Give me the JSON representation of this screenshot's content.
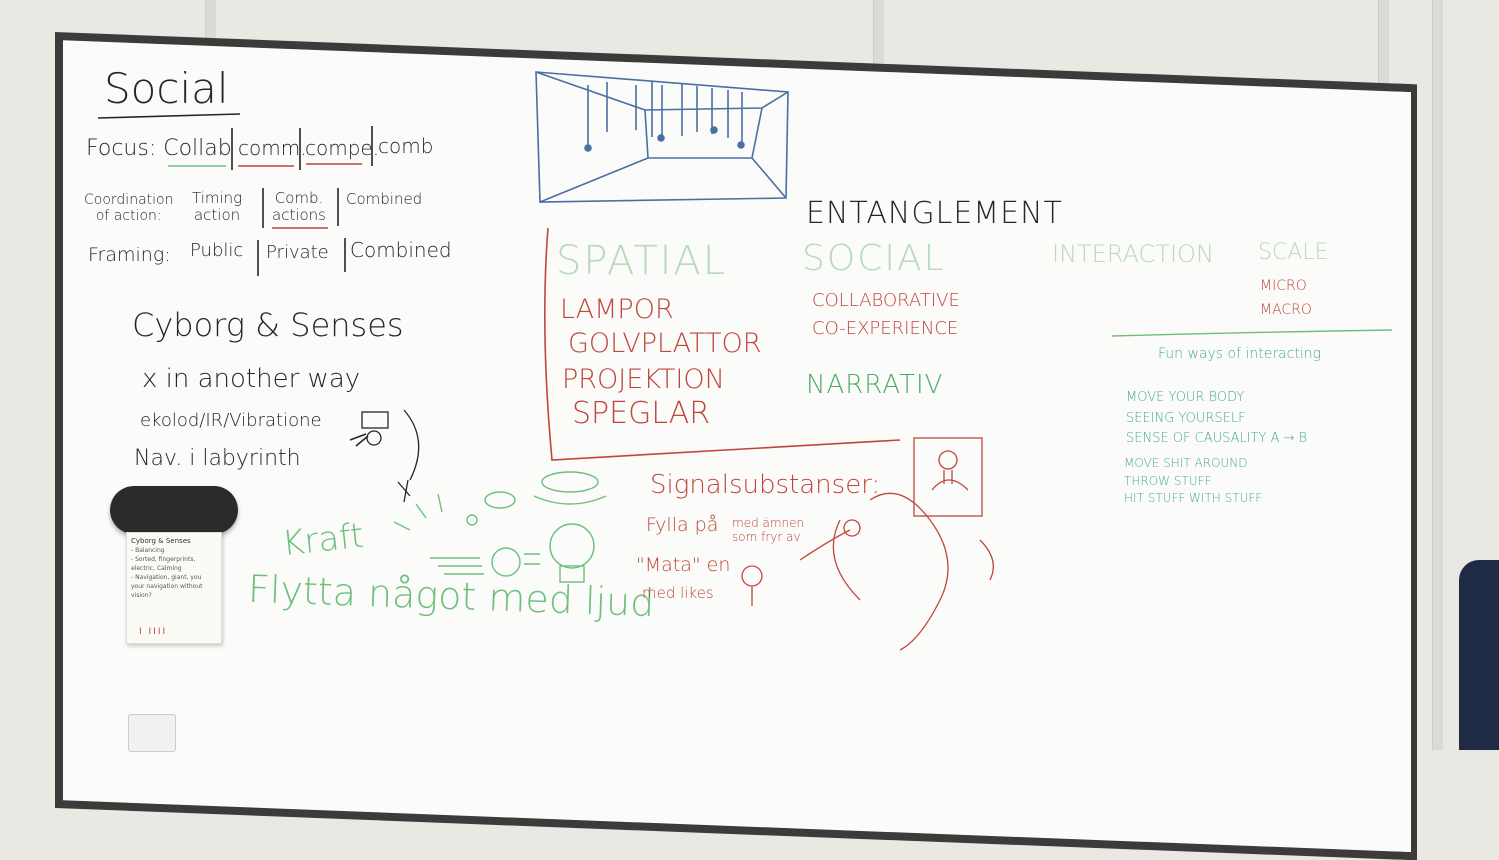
{
  "board": {
    "social": {
      "title": "Social",
      "focus": [
        "Focus: Collab",
        "comm.",
        "compe.",
        "comb"
      ],
      "coordination": [
        "Coordination\nof action:",
        "Timing\naction",
        "Comb.\nactions",
        "Combined"
      ],
      "framing": [
        "Framing:",
        "Public",
        "Private",
        "Combined"
      ]
    },
    "cyborg": {
      "title": "Cyborg & Senses",
      "lines": [
        "x in another way",
        "ekolod/IR/Vibratione",
        "Nav. i labyrinth"
      ]
    },
    "green_notes": [
      "Kraft",
      "Flytta något med ljud"
    ],
    "entanglement": {
      "title": "ENTANGLEMENT",
      "headers": [
        "SPATIAL",
        "SOCIAL",
        "INTERACTION",
        "SCALE"
      ],
      "spatial": [
        "LAMPOR",
        "GOLVPLATTOR",
        "PROJEKTION",
        "SPEGLAR"
      ],
      "social": [
        "COLLABORATIVE",
        "CO-EXPERIENCE"
      ],
      "narrative": "NARRATIV",
      "scale": [
        "MICRO",
        "MACRO"
      ]
    },
    "fun_ways": {
      "title": "Fun ways of interacting",
      "items": [
        "MOVE YOUR BODY",
        "SEEING YOURSELF",
        "SENSE OF CAUSALITY A → B",
        "MOVE SHIT AROUND",
        "THROW STUFF",
        "HIT STUFF WITH STUFF"
      ]
    },
    "signal": {
      "title": "Signalsubstanser:",
      "line1a": "Fylla på",
      "line1b": "med ämnen\nsom fryr av",
      "line2a": "\"Mata\" en",
      "line2b": "med likes"
    },
    "sticky_note": {
      "title": "Cyborg & Senses",
      "lines": [
        "- Balancing",
        "- Sorted, fingerprints,",
        "  electric, Calming",
        "- Navigation, giant, you",
        "  your navigation without",
        "  vision?"
      ],
      "ticks": "I  IIII"
    }
  },
  "colors": {
    "board": "#fbfbfa",
    "frame": "#3b3b3b",
    "red_marker": "#c0463c",
    "green_marker": "#6fbf7c",
    "teal_marker": "#49aa96"
  }
}
